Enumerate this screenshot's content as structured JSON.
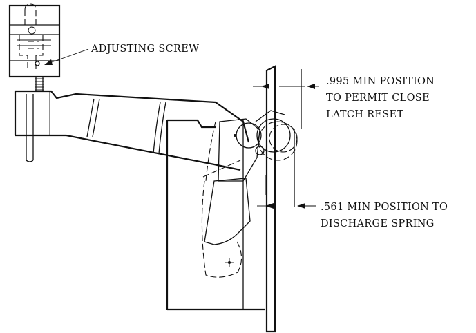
{
  "labels": {
    "adjusting_screw": "ADJUSTING SCREW",
    "dim_995": [
      ".995 MIN POSITION",
      "TO PERMIT CLOSE",
      "LATCH RESET"
    ],
    "dim_561": [
      ".561 MIN POSITION TO",
      "DISCHARGE SPRING"
    ]
  }
}
